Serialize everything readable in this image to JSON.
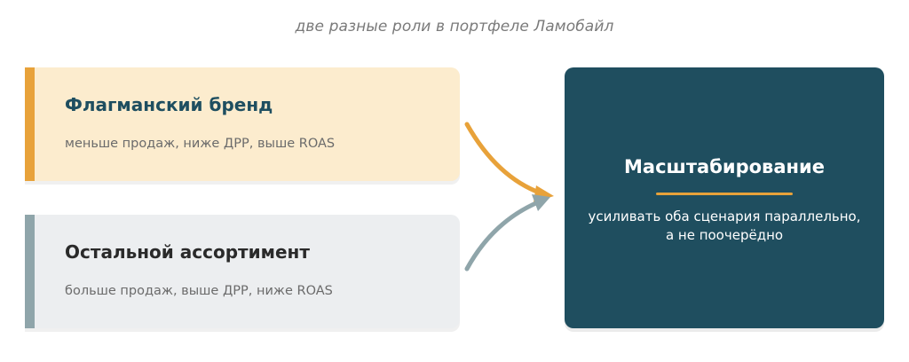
{
  "subtitle": "две разные роли в портфеле Ламобайл",
  "cards": [
    {
      "title": "Флагманский бренд",
      "description": "меньше продаж, ниже ДРР, выше ROAS"
    },
    {
      "title": "Остальной ассортимент",
      "description": "больше продаж, выше ДРР, ниже ROAS"
    }
  ],
  "result": {
    "title": "Масштабирование",
    "description_line1": "усиливать оба сценария параллельно,",
    "description_line2": "а не поочерёдно"
  },
  "colors": {
    "flagship_accent": "#e8a23a",
    "flagship_bg": "#fcecce",
    "rest_accent": "#8fa5aa",
    "rest_bg": "#eceef0",
    "result_bg": "#1f4e5f",
    "title_dark_teal": "#1e4e60"
  }
}
